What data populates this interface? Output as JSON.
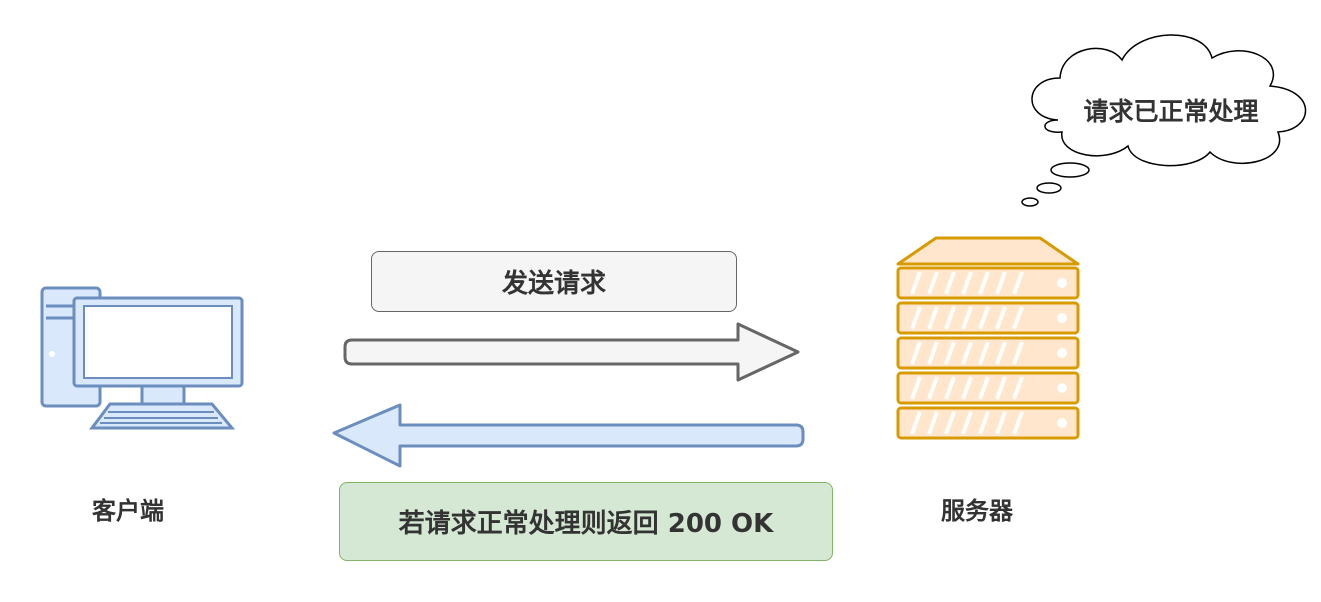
{
  "client": {
    "label": "客户端",
    "icon": "desktop-computer-icon"
  },
  "server": {
    "label": "服务器",
    "icon": "server-rack-icon"
  },
  "request": {
    "label": "发送请求"
  },
  "response": {
    "label": "若请求正常处理则返回 200 OK"
  },
  "thought": {
    "text": "请求已正常处理"
  },
  "colors": {
    "client_stroke": "#6c8ebf",
    "client_fill": "#dae8fc",
    "server_stroke": "#d79b00",
    "server_fill": "#ffe6cc",
    "request_arrow_stroke": "#666666",
    "request_arrow_fill": "#f5f5f5",
    "response_arrow_stroke": "#6c8ebf",
    "response_arrow_fill": "#dae8fc",
    "response_box_stroke": "#82b366",
    "response_box_fill": "#d5e8d4"
  }
}
